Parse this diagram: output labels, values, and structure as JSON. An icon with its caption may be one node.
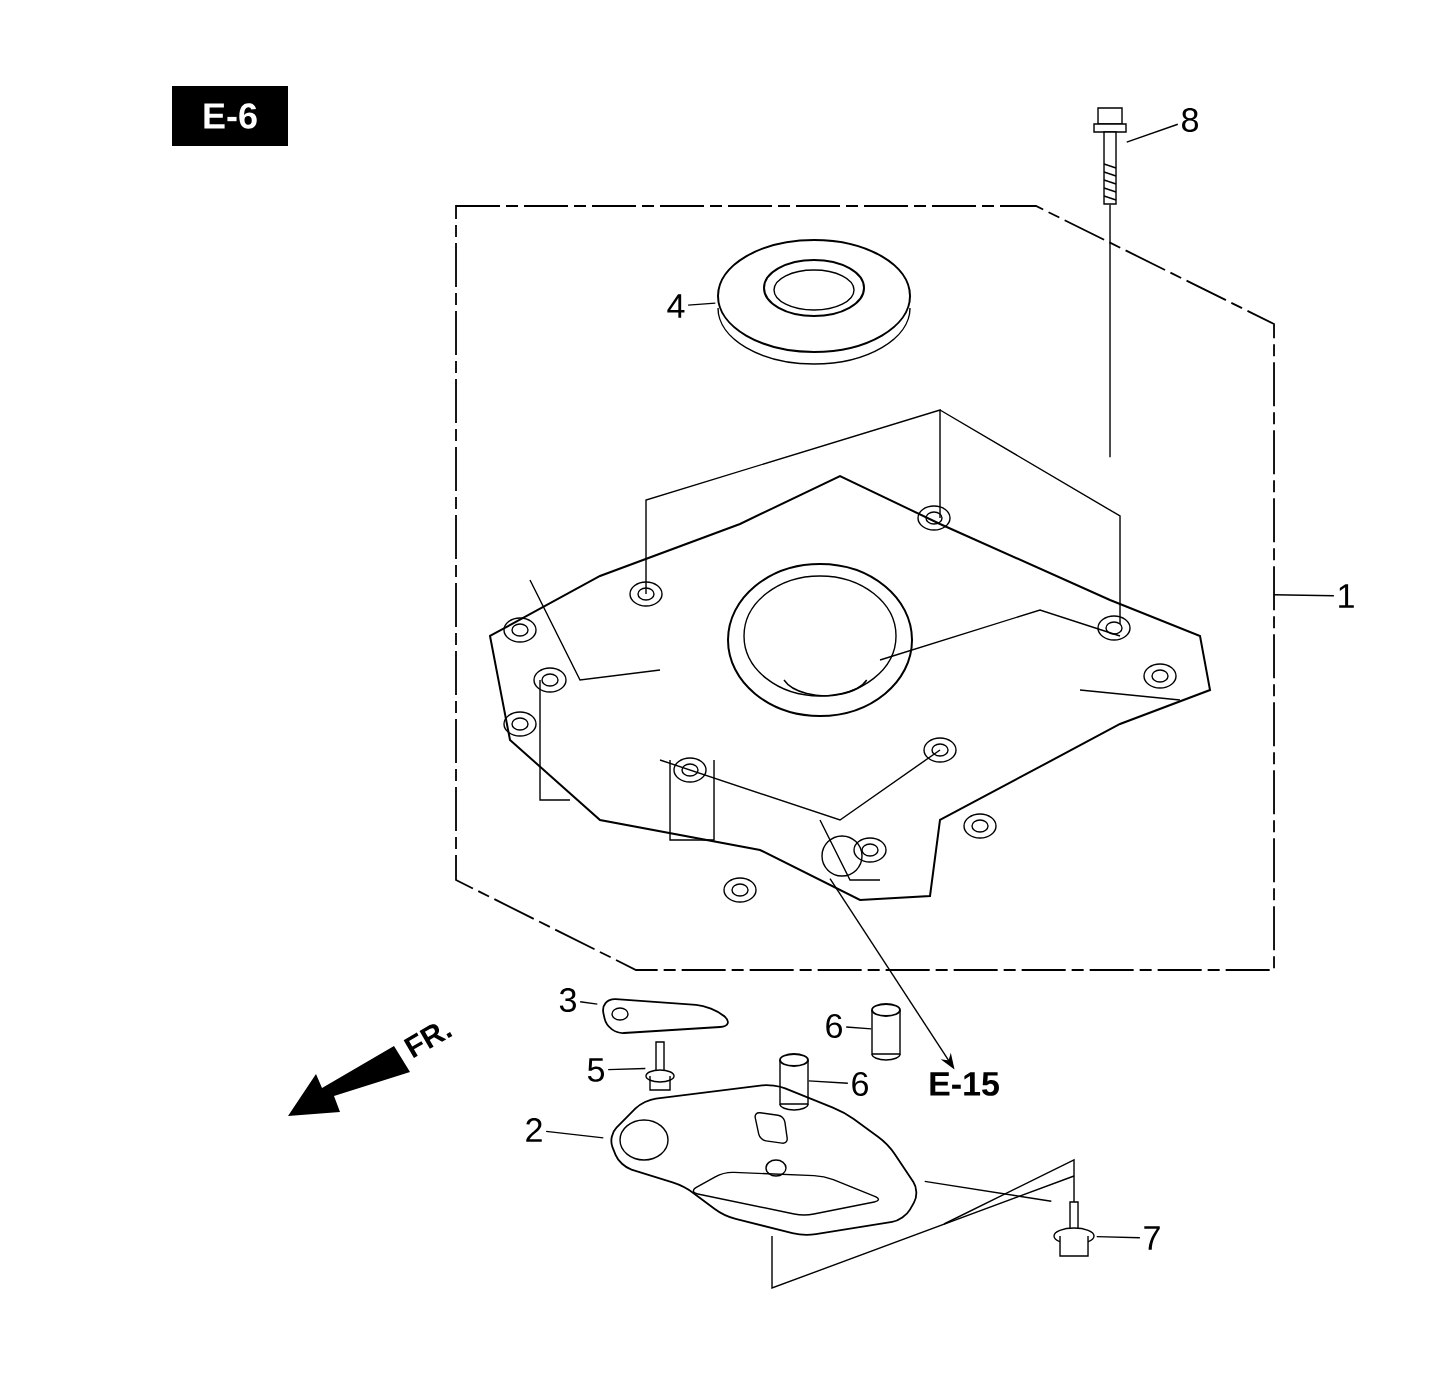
{
  "diagram": {
    "nodes": [
      {
        "text": [
          "1"
        ]
      },
      {
        "text": [],
        "shape": "box"
      },
      {
        "text": [],
        "shape": "picture",
        "in": 1
      },
      {
        "text": [
          "4"
        ],
        "in": 1
      },
      {
        "text": [],
        "shape": "picture",
        "in": 1
      },
      {
        "text": [
          "8"
        ]
      },
      {
        "text": [],
        "shape": "picture"
      },
      {
        "text": [
          "3"
        ]
      },
      {
        "text": [],
        "shape": "picture"
      },
      {
        "text": [
          "5"
        ]
      },
      {
        "text": [],
        "shape": "picture"
      },
      {
        "text": [
          "6"
        ]
      },
      {
        "text": [],
        "shape": "picture"
      },
      {
        "text": [
          "6"
        ]
      },
      {
        "text": [],
        "shape": "picture"
      },
      {
        "text": [
          "2"
        ]
      },
      {
        "text": [],
        "shape": "picture"
      },
      {
        "text": [
          "7"
        ]
      },
      {
        "text": [],
        "shape": "picture"
      },
      {
        "text": [
          "E-15"
        ]
      }
    ],
    "edges": [
      {
        "from": 0,
        "to": 1,
        "arrow": "none"
      },
      {
        "from": 3,
        "to": 4,
        "arrow": "none"
      },
      {
        "from": 5,
        "to": 6,
        "arrow": "none"
      },
      {
        "from": 6,
        "to": 2,
        "arrow": "none"
      },
      {
        "from": 7,
        "to": 8,
        "arrow": "none"
      },
      {
        "from": 9,
        "to": 10,
        "arrow": "none"
      },
      {
        "from": 11,
        "to": 12,
        "arrow": "none"
      },
      {
        "from": 13,
        "to": 14,
        "arrow": "none"
      },
      {
        "from": 15,
        "to": 16,
        "arrow": "none"
      },
      {
        "from": 17,
        "to": 18,
        "arrow": "none"
      },
      {
        "from": 18,
        "to": 16,
        "arrow": "none"
      },
      {
        "from": 2,
        "to": 19,
        "arrow": "to"
      }
    ],
    "labels": [
      "E-6",
      "FR."
    ]
  }
}
